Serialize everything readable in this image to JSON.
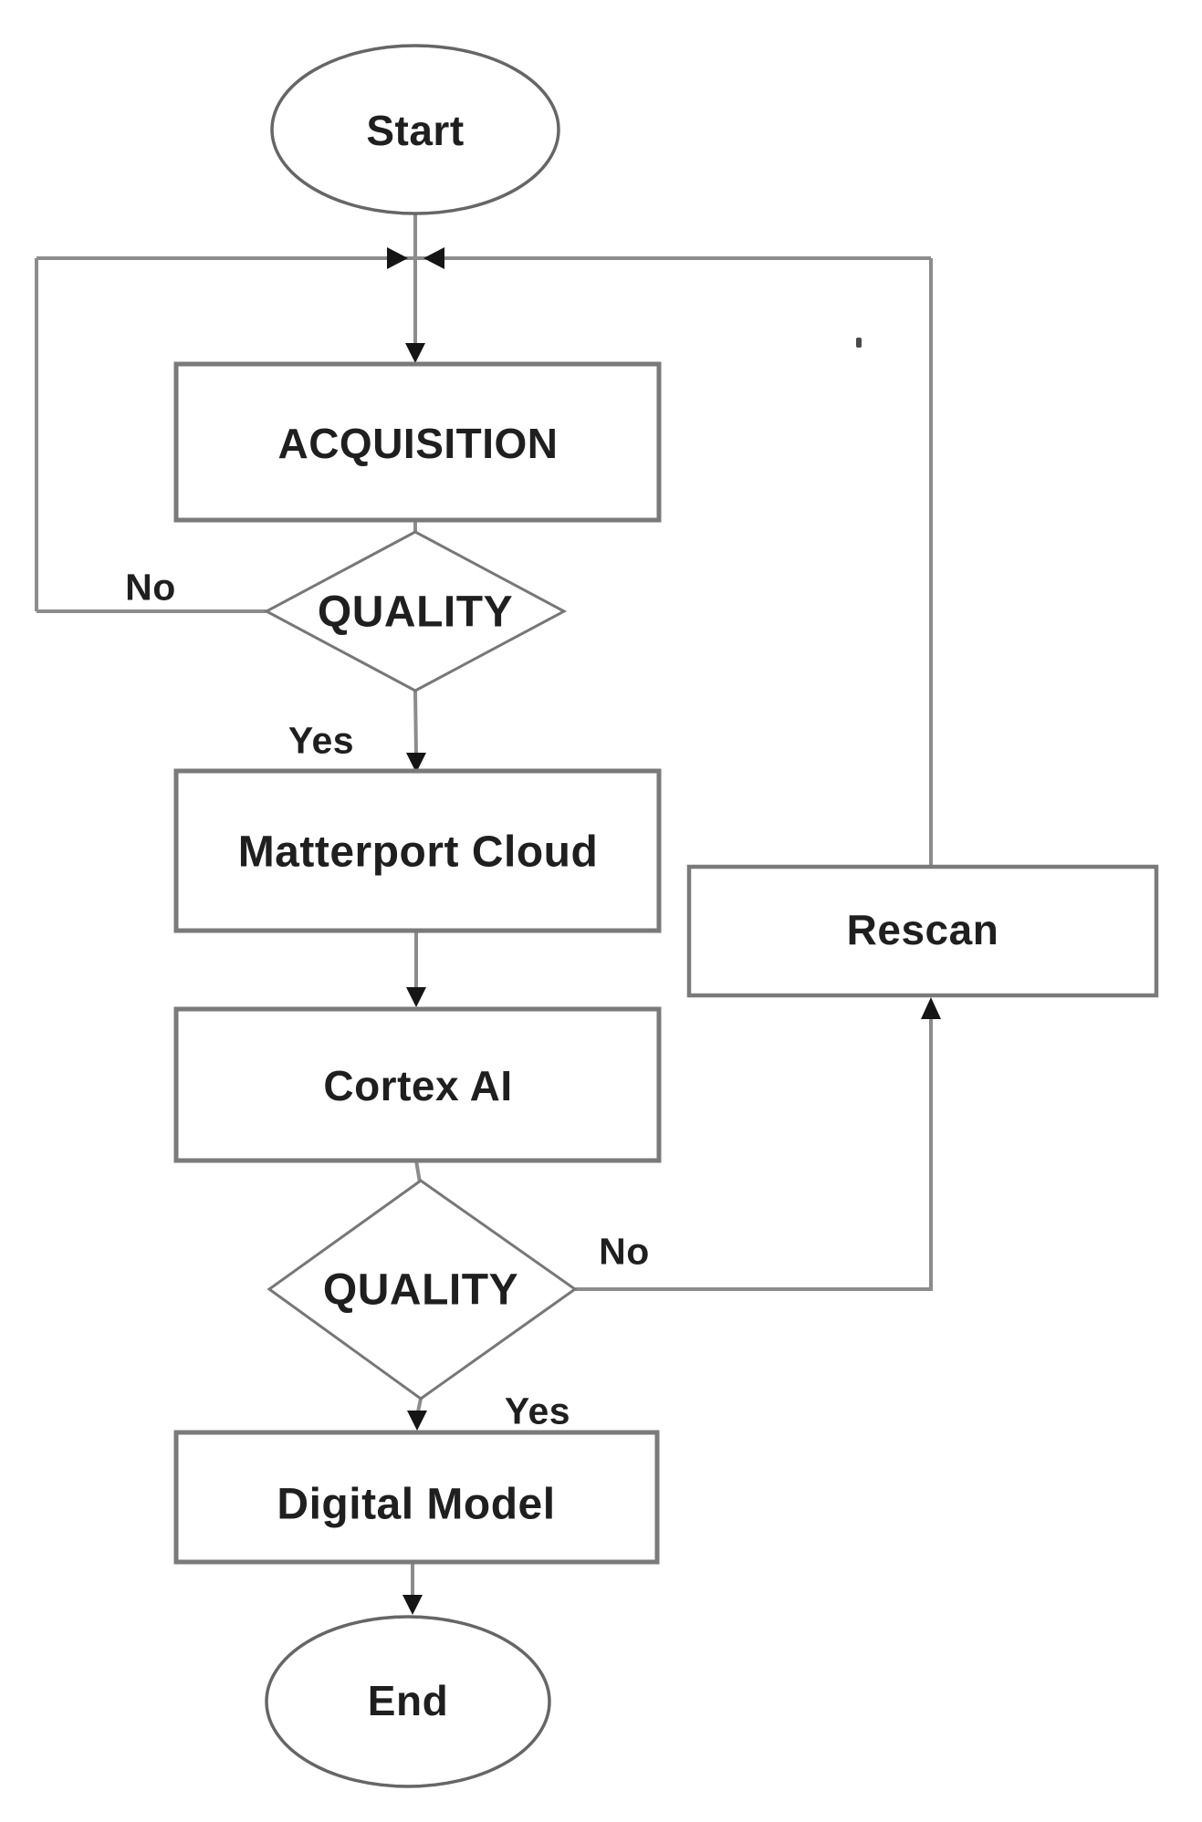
{
  "diagram": {
    "type": "flowchart",
    "nodes": {
      "start": {
        "label": "Start",
        "shape": "terminator"
      },
      "acquisition": {
        "label": "ACQUISITION",
        "shape": "process"
      },
      "quality1": {
        "label": "QUALITY",
        "shape": "decision"
      },
      "matterport": {
        "label": "Matterport Cloud",
        "shape": "process"
      },
      "cortex": {
        "label": "Cortex AI",
        "shape": "process"
      },
      "quality2": {
        "label": "QUALITY",
        "shape": "decision"
      },
      "rescan": {
        "label": "Rescan",
        "shape": "process"
      },
      "digital_model": {
        "label": "Digital Model",
        "shape": "process"
      },
      "end": {
        "label": "End",
        "shape": "terminator"
      }
    },
    "edge_labels": {
      "no1": "No",
      "yes1": "Yes",
      "no2": "No",
      "yes2": "Yes"
    },
    "edges": [
      {
        "from": "start",
        "to": "acquisition"
      },
      {
        "from": "acquisition",
        "to": "quality1"
      },
      {
        "from": "quality1",
        "to": "acquisition",
        "label": "No",
        "route": "left-loop-to-top-junction"
      },
      {
        "from": "quality1",
        "to": "matterport",
        "label": "Yes"
      },
      {
        "from": "matterport",
        "to": "cortex"
      },
      {
        "from": "cortex",
        "to": "quality2"
      },
      {
        "from": "quality2",
        "to": "rescan",
        "label": "No",
        "route": "right-then-up"
      },
      {
        "from": "rescan",
        "to": "acquisition",
        "route": "up-then-left-to-top-junction"
      },
      {
        "from": "quality2",
        "to": "digital_model",
        "label": "Yes"
      },
      {
        "from": "digital_model",
        "to": "end"
      }
    ],
    "colors": {
      "background": "#ffffff",
      "connector_line": "#8c8c8c",
      "box_border": "#7a7a7a",
      "diamond_border": "#777777",
      "ellipse_border": "#666666",
      "arrowhead": "#151515",
      "text": "#1f1f1f"
    }
  }
}
